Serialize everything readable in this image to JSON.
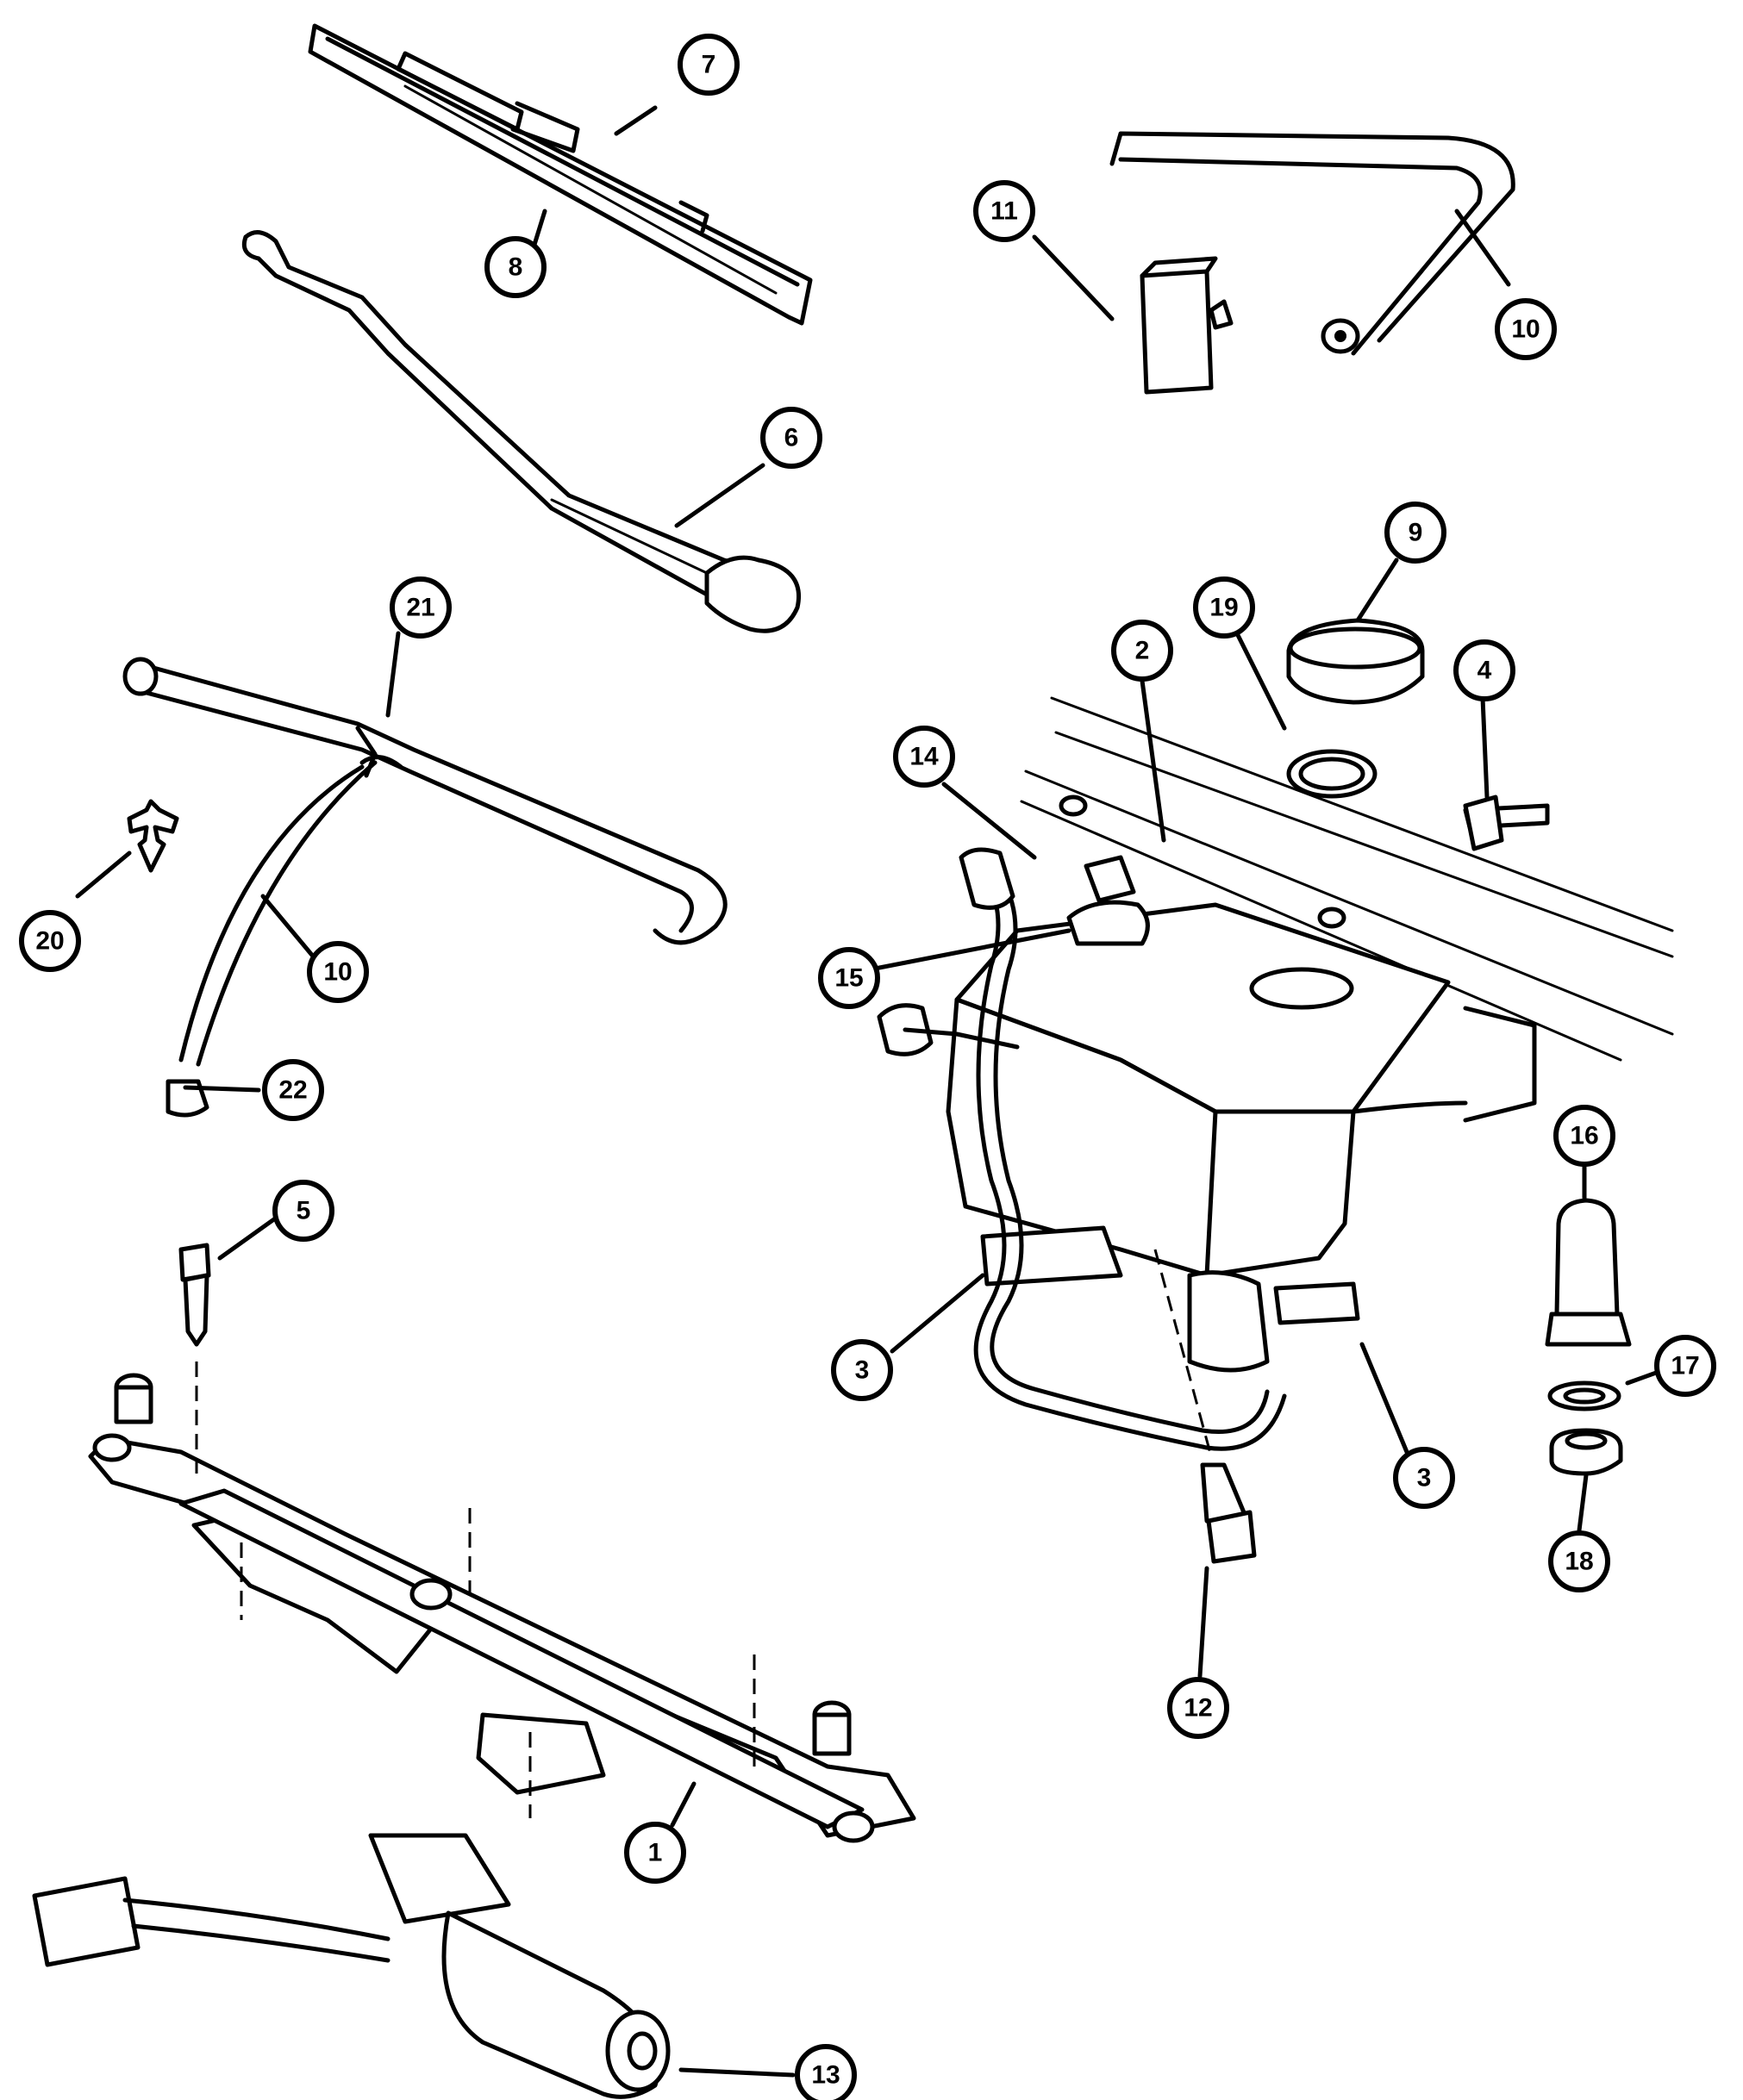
{
  "callouts": [
    {
      "id": "c1",
      "label": "1"
    },
    {
      "id": "c2",
      "label": "2"
    },
    {
      "id": "c3a",
      "label": "3"
    },
    {
      "id": "c3b",
      "label": "3"
    },
    {
      "id": "c4",
      "label": "4"
    },
    {
      "id": "c5",
      "label": "5"
    },
    {
      "id": "c6",
      "label": "6"
    },
    {
      "id": "c7",
      "label": "7"
    },
    {
      "id": "c8",
      "label": "8"
    },
    {
      "id": "c9",
      "label": "9"
    },
    {
      "id": "c10a",
      "label": "10"
    },
    {
      "id": "c10b",
      "label": "10"
    },
    {
      "id": "c11",
      "label": "11"
    },
    {
      "id": "c12",
      "label": "12"
    },
    {
      "id": "c13",
      "label": "13"
    },
    {
      "id": "c14",
      "label": "14"
    },
    {
      "id": "c15",
      "label": "15"
    },
    {
      "id": "c16",
      "label": "16"
    },
    {
      "id": "c17",
      "label": "17"
    },
    {
      "id": "c18",
      "label": "18"
    },
    {
      "id": "c19",
      "label": "19"
    },
    {
      "id": "c20",
      "label": "20"
    },
    {
      "id": "c21",
      "label": "21"
    },
    {
      "id": "c22",
      "label": "22"
    }
  ]
}
